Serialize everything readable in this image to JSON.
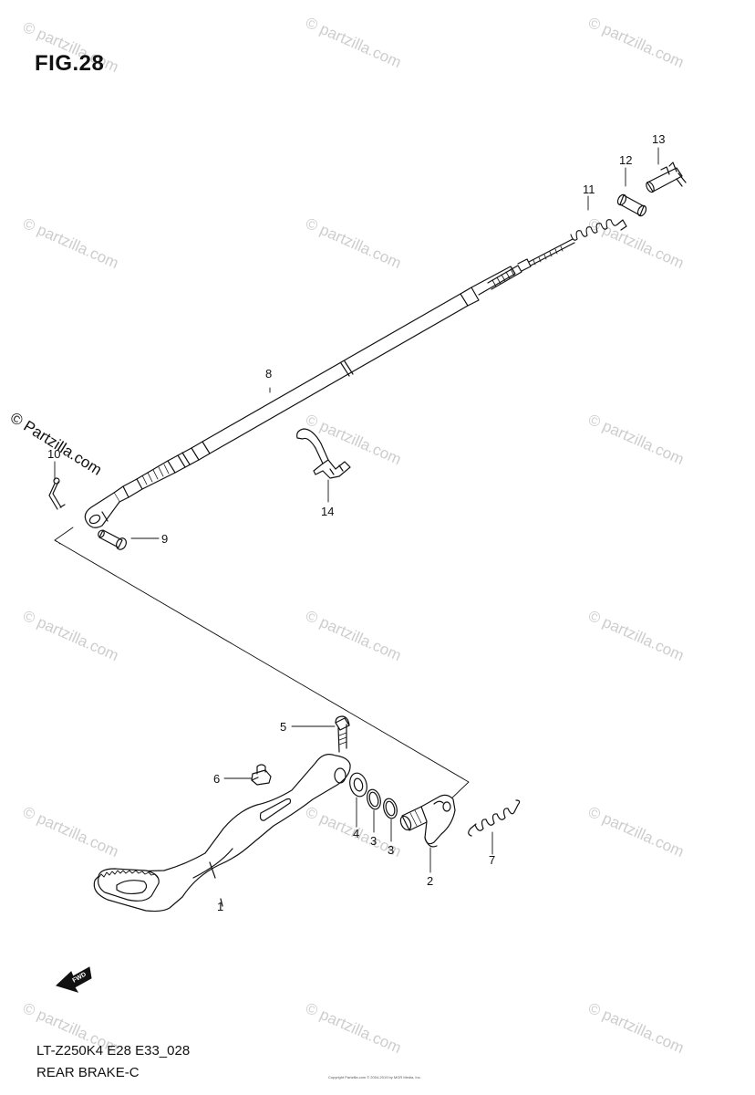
{
  "figure_title": "FIG.28",
  "side_brand": "© Partzilla.com",
  "watermark_text": "© partzilla.com",
  "footer": {
    "model_code": "LT-Z250K4 E28 E33_028",
    "section_name": "REAR BRAKE-C",
    "copyright_line": "Copyright Partzilla.com © 2004-2019 by MGR Media, Inc."
  },
  "fwd_label": "FWD",
  "callouts": {
    "c1": "1",
    "c2": "2",
    "c3a": "3",
    "c3b": "3",
    "c4": "4",
    "c5": "5",
    "c6": "6",
    "c7": "7",
    "c8": "8",
    "c9": "9",
    "c10": "10",
    "c11": "11",
    "c12": "12",
    "c13": "13",
    "c14": "14"
  },
  "colors": {
    "line": "#111111",
    "watermark": "#b8b8b8",
    "background": "#ffffff"
  }
}
